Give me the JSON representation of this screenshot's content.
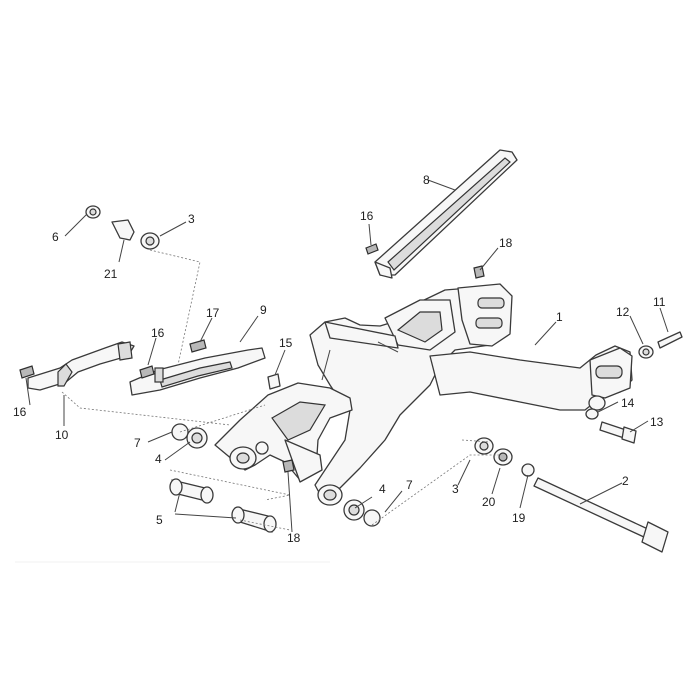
{
  "diagram": {
    "callouts": {
      "c1": "1",
      "c2": "2",
      "c3a": "3",
      "c3b": "3",
      "c4a": "4",
      "c4b": "4",
      "c5": "5",
      "c6": "6",
      "c7a": "7",
      "c7b": "7",
      "c8": "8",
      "c9": "9",
      "c10": "10",
      "c11": "11",
      "c12": "12",
      "c13": "13",
      "c14": "14",
      "c15": "15",
      "c16a": "16",
      "c16b": "16",
      "c16c": "16",
      "c17": "17",
      "c18a": "18",
      "c18b": "18",
      "c19": "19",
      "c20": "20",
      "c21": "21"
    }
  }
}
